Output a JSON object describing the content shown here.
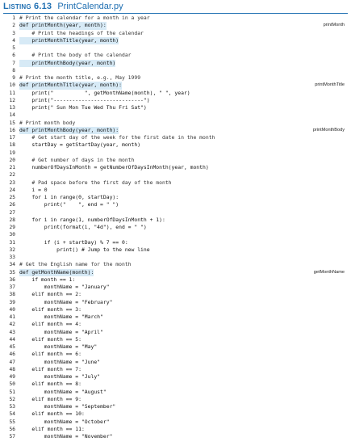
{
  "listing": {
    "label": "Listing 6.13",
    "filename": "PrintCalendar.py"
  },
  "colors": {
    "accent": "#1f6fb2",
    "highlight": "#d7eaf6"
  },
  "lines": [
    {
      "n": "1",
      "code": "# Print the calendar for a month in a year",
      "hl": false,
      "note": ""
    },
    {
      "n": "2",
      "code": "def printMonth(year, month):",
      "hl": true,
      "note": "printMonth"
    },
    {
      "n": "3",
      "code": "    # Print the headings of the calendar",
      "hl": false,
      "note": ""
    },
    {
      "n": "4",
      "code": "    printMonthTitle(year, month)",
      "hl": true,
      "note": ""
    },
    {
      "n": "5",
      "code": "",
      "hl": false,
      "note": ""
    },
    {
      "n": "6",
      "code": "    # Print the body of the calendar",
      "hl": false,
      "note": ""
    },
    {
      "n": "7",
      "code": "    printMonthBody(year, month)",
      "hl": true,
      "note": ""
    },
    {
      "n": "8",
      "code": "",
      "hl": false,
      "note": ""
    },
    {
      "n": "9",
      "code": "# Print the month title, e.g., May 1999",
      "hl": false,
      "note": ""
    },
    {
      "n": "10",
      "code": "def printMonthTitle(year, month):",
      "hl": true,
      "note": "printMonthTitle"
    },
    {
      "n": "11",
      "code": "    print(\"          \", getMonthName(month), \" \", year)",
      "hl": false,
      "note": ""
    },
    {
      "n": "12",
      "code": "    print(\"-----------------------------\")",
      "hl": false,
      "note": ""
    },
    {
      "n": "13",
      "code": "    print(\" Sun Mon Tue Wed Thu Fri Sat\")",
      "hl": false,
      "note": ""
    },
    {
      "n": "14",
      "code": "",
      "hl": false,
      "note": ""
    },
    {
      "n": "15",
      "code": "# Print month body",
      "hl": false,
      "note": ""
    },
    {
      "n": "16",
      "code": "def printMonthBody(year, month):",
      "hl": true,
      "note": "printMonthBody"
    },
    {
      "n": "17",
      "code": "    # Get start day of the week for the first date in the month",
      "hl": false,
      "note": ""
    },
    {
      "n": "18",
      "code": "    startDay = getStartDay(year, month)",
      "hl": false,
      "note": ""
    },
    {
      "n": "19",
      "code": "",
      "hl": false,
      "note": ""
    },
    {
      "n": "20",
      "code": "    # Get number of days in the month",
      "hl": false,
      "note": ""
    },
    {
      "n": "21",
      "code": "    numberOfDaysInMonth = getNumberOfDaysInMonth(year, month)",
      "hl": false,
      "note": ""
    },
    {
      "n": "22",
      "code": "",
      "hl": false,
      "note": ""
    },
    {
      "n": "23",
      "code": "    # Pad space before the first day of the month",
      "hl": false,
      "note": ""
    },
    {
      "n": "24",
      "code": "    i = 0",
      "hl": false,
      "note": ""
    },
    {
      "n": "25",
      "code": "    for i in range(0, startDay):",
      "hl": false,
      "note": ""
    },
    {
      "n": "26",
      "code": "        print(\"    \", end = \" \")",
      "hl": false,
      "note": ""
    },
    {
      "n": "27",
      "code": "",
      "hl": false,
      "note": ""
    },
    {
      "n": "28",
      "code": "    for i in range(1, numberOfDaysInMonth + 1):",
      "hl": false,
      "note": ""
    },
    {
      "n": "29",
      "code": "        print(format(i, \"4d\"), end = \" \")",
      "hl": false,
      "note": ""
    },
    {
      "n": "30",
      "code": "",
      "hl": false,
      "note": ""
    },
    {
      "n": "31",
      "code": "        if (i + startDay) % 7 == 0:",
      "hl": false,
      "note": ""
    },
    {
      "n": "32",
      "code": "            print() # Jump to the new line",
      "hl": false,
      "note": ""
    },
    {
      "n": "33",
      "code": "",
      "hl": false,
      "note": ""
    },
    {
      "n": "34",
      "code": "# Get the English name for the month",
      "hl": false,
      "note": ""
    },
    {
      "n": "35",
      "code": "def getMonthName(month):",
      "hl": true,
      "note": "getMonthName"
    },
    {
      "n": "36",
      "code": "    if month == 1:",
      "hl": false,
      "note": ""
    },
    {
      "n": "37",
      "code": "        monthName = \"January\"",
      "hl": false,
      "note": ""
    },
    {
      "n": "38",
      "code": "    elif month == 2:",
      "hl": false,
      "note": ""
    },
    {
      "n": "39",
      "code": "        monthName = \"February\"",
      "hl": false,
      "note": ""
    },
    {
      "n": "40",
      "code": "    elif month == 3:",
      "hl": false,
      "note": ""
    },
    {
      "n": "41",
      "code": "        monthName = \"March\"",
      "hl": false,
      "note": ""
    },
    {
      "n": "42",
      "code": "    elif month == 4:",
      "hl": false,
      "note": ""
    },
    {
      "n": "43",
      "code": "        monthName = \"April\"",
      "hl": false,
      "note": ""
    },
    {
      "n": "44",
      "code": "    elif month == 5:",
      "hl": false,
      "note": ""
    },
    {
      "n": "45",
      "code": "        monthName = \"May\"",
      "hl": false,
      "note": ""
    },
    {
      "n": "46",
      "code": "    elif month == 6:",
      "hl": false,
      "note": ""
    },
    {
      "n": "47",
      "code": "        monthName = \"June\"",
      "hl": false,
      "note": ""
    },
    {
      "n": "48",
      "code": "    elif month == 7:",
      "hl": false,
      "note": ""
    },
    {
      "n": "49",
      "code": "        monthName = \"July\"",
      "hl": false,
      "note": ""
    },
    {
      "n": "50",
      "code": "    elif month == 8:",
      "hl": false,
      "note": ""
    },
    {
      "n": "51",
      "code": "        monthName = \"August\"",
      "hl": false,
      "note": ""
    },
    {
      "n": "52",
      "code": "    elif month == 9:",
      "hl": false,
      "note": ""
    },
    {
      "n": "53",
      "code": "        monthName = \"September\"",
      "hl": false,
      "note": ""
    },
    {
      "n": "54",
      "code": "    elif month == 10:",
      "hl": false,
      "note": ""
    },
    {
      "n": "55",
      "code": "        monthName = \"October\"",
      "hl": false,
      "note": ""
    },
    {
      "n": "56",
      "code": "    elif month == 11:",
      "hl": false,
      "note": ""
    },
    {
      "n": "57",
      "code": "        monthName = \"November\"",
      "hl": false,
      "note": ""
    }
  ]
}
